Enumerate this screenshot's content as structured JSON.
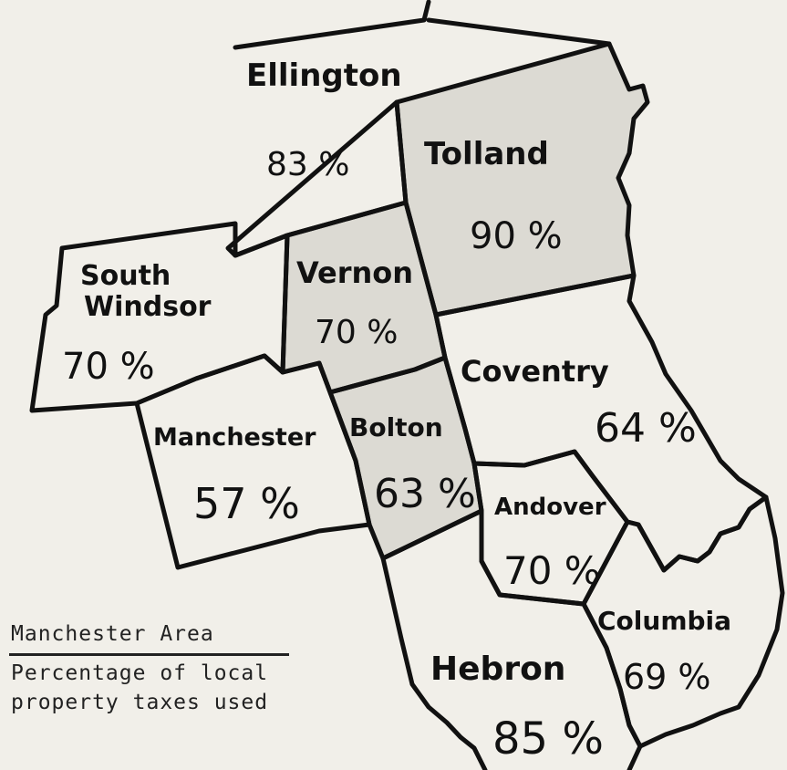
{
  "towns": {
    "ellington": {
      "name": "Ellington",
      "pct": "83 %"
    },
    "tolland": {
      "name": "Tolland",
      "pct": "90 %"
    },
    "south_windsor": {
      "name_line1": "South",
      "name_line2": "Windsor",
      "pct": "70 %"
    },
    "vernon": {
      "name": "Vernon",
      "pct": "70 %"
    },
    "coventry": {
      "name": "Coventry",
      "pct": "64 %"
    },
    "manchester": {
      "name": "Manchester",
      "pct": "57 %"
    },
    "bolton": {
      "name": "Bolton",
      "pct": "63 %"
    },
    "andover": {
      "name": "Andover",
      "pct": "70 %"
    },
    "columbia": {
      "name": "Columbia",
      "pct": "69 %"
    },
    "hebron": {
      "name": "Hebron",
      "pct": "85 %"
    }
  },
  "legend": {
    "title": "Manchester Area",
    "line1": "Percentage of local",
    "line2": "property taxes used"
  },
  "colors": {
    "paper": "#f1efe9",
    "ink": "#111111",
    "shaded_town": "#dcdad3"
  }
}
